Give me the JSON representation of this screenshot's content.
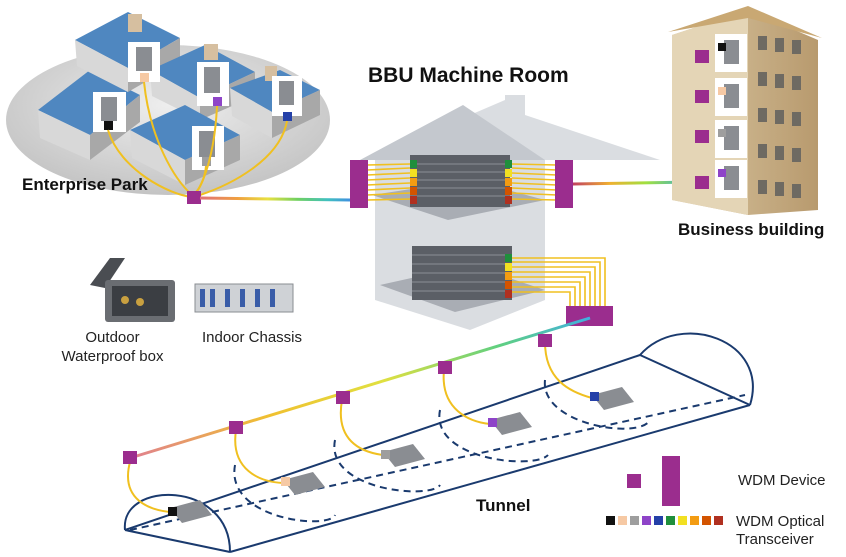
{
  "labels": {
    "bbu_room": "BBU Machine Room",
    "enterprise_park": "Enterprise Park",
    "business_building": "Business building",
    "tunnel": "Tunnel",
    "outdoor_box_line1": "Outdoor",
    "outdoor_box_line2": "Waterproof box",
    "indoor_chassis": "Indoor Chassis"
  },
  "legend": {
    "wdm_device": "WDM Device",
    "transceiver_line1": "WDM Optical",
    "transceiver_line2": "Transceiver",
    "transceiver_colors": [
      "#111111",
      "#f6c9a4",
      "#9e9e9e",
      "#8e44c8",
      "#2440a8",
      "#1f8f3c",
      "#f2e022",
      "#f39c12",
      "#d35400",
      "#b03020"
    ]
  },
  "colors": {
    "wdm": "#9b2d8e",
    "fiber": "#f0c020",
    "roof": "#4f87c0",
    "tunnel_line": "#1a3a6e"
  }
}
